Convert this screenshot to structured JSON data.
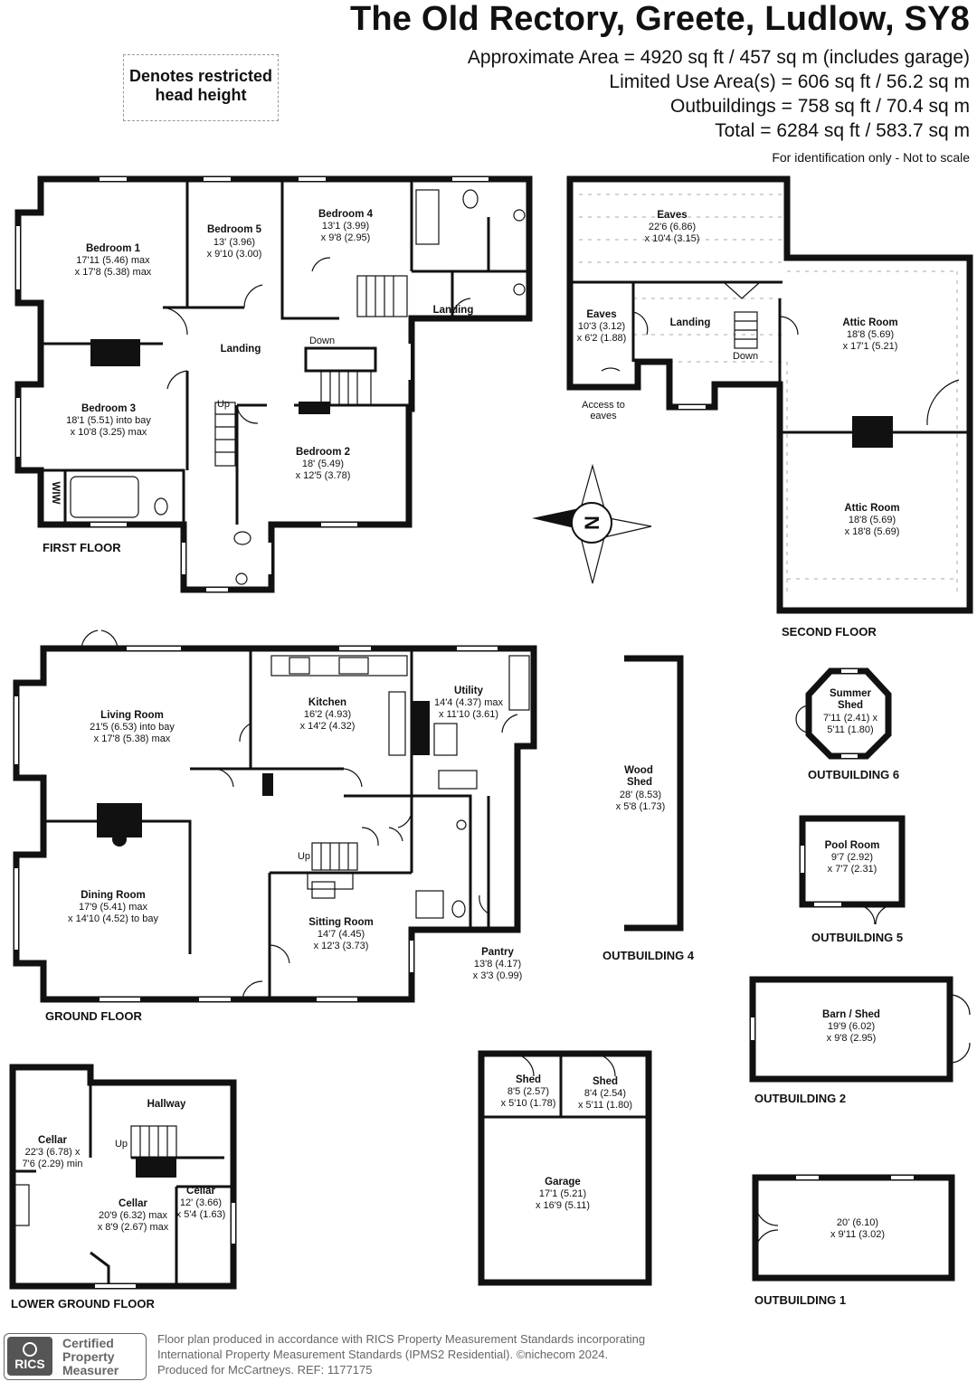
{
  "header": {
    "title": "The Old Rectory, Greete, Ludlow, SY8",
    "areas": [
      "Approximate Area = 4920 sq ft / 457 sq m (includes garage)",
      "Limited Use Area(s) = 606 sq ft / 56.2 sq m",
      "Outbuildings = 758 sq ft / 70.4 sq m",
      "Total = 6284 sq ft / 583.7 sq m"
    ],
    "note": "For identification only - Not to scale"
  },
  "legend": [
    "Denotes restricted",
    "head height"
  ],
  "floors": {
    "first": "FIRST FLOOR",
    "second": "SECOND FLOOR",
    "ground": "GROUND FLOOR",
    "lower": "LOWER GROUND FLOOR",
    "out1": "OUTBUILDING 1",
    "out2": "OUTBUILDING 2",
    "out4": "OUTBUILDING 4",
    "out5": "OUTBUILDING 5",
    "out6": "OUTBUILDING 6"
  },
  "rooms": {
    "bed1": {
      "name": "Bedroom 1",
      "dims": [
        "17'11 (5.46) max",
        "x 17'8 (5.38) max"
      ]
    },
    "bed5": {
      "name": "Bedroom 5",
      "dims": [
        "13' (3.96)",
        "x 9'10 (3.00)"
      ]
    },
    "bed4": {
      "name": "Bedroom 4",
      "dims": [
        "13'1 (3.99)",
        "x 9'8 (2.95)"
      ]
    },
    "bed3": {
      "name": "Bedroom 3",
      "dims": [
        "18'1 (5.51) into bay",
        "x 10'8 (3.25) max"
      ]
    },
    "bed2": {
      "name": "Bedroom 2",
      "dims": [
        "18' (5.49)",
        "x 12'5 (3.78)"
      ]
    },
    "landing1": {
      "name": "Landing"
    },
    "landing2": {
      "name": "Landing"
    },
    "landing3": {
      "name": "Landing"
    },
    "wiw": {
      "name": "WIW"
    },
    "eaves1": {
      "name": "Eaves",
      "dims": [
        "22'6 (6.86)",
        "x 10'4 (3.15)"
      ]
    },
    "eaves2": {
      "name": "Eaves",
      "dims": [
        "10'3 (3.12)",
        "x 6'2 (1.88)"
      ]
    },
    "access": {
      "name": "Access to",
      "name2": "eaves"
    },
    "attic1": {
      "name": "Attic Room",
      "dims": [
        "18'8 (5.69)",
        "x 17'1 (5.21)"
      ]
    },
    "attic2": {
      "name": "Attic Room",
      "dims": [
        "18'8 (5.69)",
        "x 18'8 (5.69)"
      ]
    },
    "living": {
      "name": "Living Room",
      "dims": [
        "21'5 (6.53) into bay",
        "x 17'8 (5.38) max"
      ]
    },
    "kitchen": {
      "name": "Kitchen",
      "dims": [
        "16'2 (4.93)",
        "x 14'2 (4.32)"
      ]
    },
    "utility": {
      "name": "Utility",
      "dims": [
        "14'4 (4.37) max",
        "x 11'10 (3.61)"
      ]
    },
    "dining": {
      "name": "Dining Room",
      "dims": [
        "17'9 (5.41) max",
        "x 14'10 (4.52) to bay"
      ]
    },
    "sitting": {
      "name": "Sitting Room",
      "dims": [
        "14'7 (4.45)",
        "x 12'3 (3.73)"
      ]
    },
    "pantry": {
      "name": "Pantry",
      "dims": [
        "13'8 (4.17)",
        "x 3'3 (0.99)"
      ]
    },
    "woodshed": {
      "name": "Wood",
      "name2": "Shed",
      "dims": [
        "28' (8.53)",
        "x 5'8 (1.73)"
      ]
    },
    "summer": {
      "name": "Summer",
      "name2": "Shed",
      "dims": [
        "7'11 (2.41) x",
        "5'11 (1.80)"
      ]
    },
    "pool": {
      "name": "Pool Room",
      "dims": [
        "9'7 (2.92)",
        "x 7'7 (2.31)"
      ]
    },
    "barn": {
      "name": "Barn / Shed",
      "dims": [
        "19'9 (6.02)",
        "x 9'8 (2.95)"
      ]
    },
    "out1room": {
      "dims": [
        "20' (6.10)",
        "x 9'11 (3.02)"
      ]
    },
    "shedA": {
      "name": "Shed",
      "dims": [
        "8'5 (2.57)",
        "x 5'10 (1.78)"
      ]
    },
    "shedB": {
      "name": "Shed",
      "dims": [
        "8'4 (2.54)",
        "x 5'11 (1.80)"
      ]
    },
    "garage": {
      "name": "Garage",
      "dims": [
        "17'1 (5.21)",
        "x 16'9 (5.11)"
      ]
    },
    "hallway": {
      "name": "Hallway"
    },
    "cellar1": {
      "name": "Cellar",
      "dims": [
        "22'3 (6.78) x",
        "7'6 (2.29) min"
      ]
    },
    "cellar2": {
      "name": "Cellar",
      "dims": [
        "20'9 (6.32) max",
        "x 8'9 (2.67) max"
      ]
    },
    "cellar3": {
      "name": "Cellar",
      "dims": [
        "12' (3.66)",
        "x 5'4 (1.63)"
      ]
    }
  },
  "stair_labels": {
    "up1": "Up",
    "down1": "Down",
    "down2": "Down",
    "up2": "Up",
    "up3": "Up"
  },
  "compass": "N",
  "footer": {
    "badge": [
      "Certified",
      "Property",
      "Measurer"
    ],
    "rics": "RICS",
    "lines": [
      "Floor plan produced in accordance with RICS Property Measurement Standards incorporating",
      "International Property Measurement Standards (IPMS2 Residential).  ©nichecom 2024.",
      "Produced for McCartneys.   REF: 1177175"
    ]
  }
}
